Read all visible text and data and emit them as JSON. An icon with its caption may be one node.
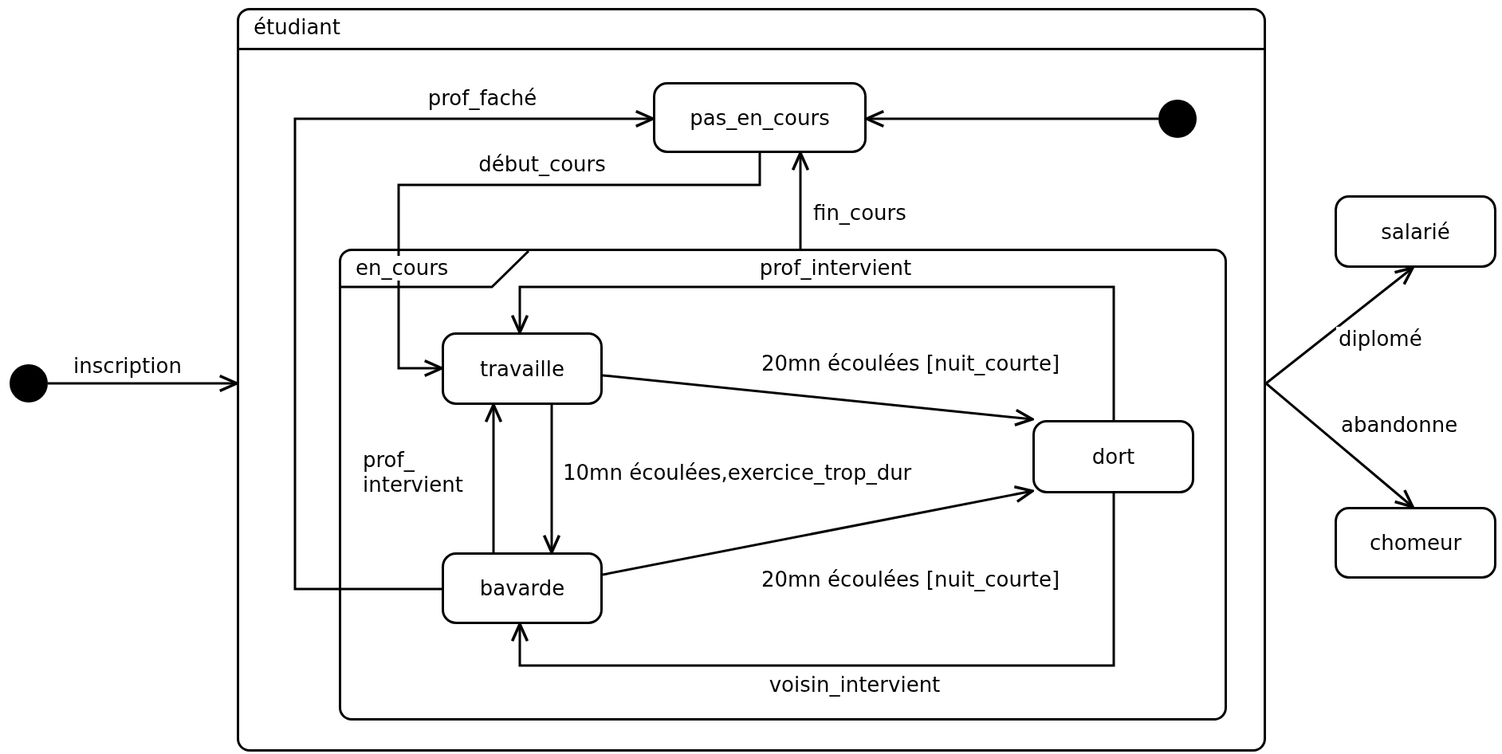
{
  "diagram": {
    "nodes": [
      {
        "text": [],
        "shape": "circle"
      },
      {
        "text": [
          "étudiant"
        ]
      },
      {
        "text": [
          "pas_en_cours"
        ],
        "in": 1
      },
      {
        "text": [],
        "shape": "circle",
        "in": 1
      },
      {
        "text": [
          "en_cours"
        ],
        "in": 1
      },
      {
        "text": [
          "travaille"
        ],
        "in": 4
      },
      {
        "text": [
          "dort"
        ],
        "in": 4
      },
      {
        "text": [
          "bavarde"
        ],
        "in": 4
      },
      {
        "text": [
          "salarié"
        ]
      },
      {
        "text": [
          "chomeur"
        ]
      }
    ],
    "edges": [
      {
        "from": 0,
        "to": 1,
        "arrow": "to",
        "label": "inscription"
      },
      {
        "from": 3,
        "to": 2,
        "arrow": "to"
      },
      {
        "from": 2,
        "to": 5,
        "arrow": "to",
        "label": "début_cours"
      },
      {
        "from": 4,
        "to": 2,
        "arrow": "to",
        "label": "fin_cours"
      },
      {
        "from": 7,
        "to": 2,
        "arrow": "to",
        "label": "prof_faché"
      },
      {
        "from": 5,
        "to": 6,
        "arrow": "to",
        "label": "20mn écoulées [nuit_courte]"
      },
      {
        "from": 5,
        "to": 7,
        "arrow": "to",
        "label": "10mn écoulées,exercice_trop_dur"
      },
      {
        "from": 7,
        "to": 5,
        "arrow": "to",
        "label": "prof_ intervient"
      },
      {
        "from": 7,
        "to": 6,
        "arrow": "to",
        "label": "20mn écoulées [nuit_courte]"
      },
      {
        "from": 6,
        "to": 5,
        "arrow": "to",
        "label": "prof_intervient"
      },
      {
        "from": 6,
        "to": 7,
        "arrow": "to",
        "label": "voisin_intervient"
      },
      {
        "from": 1,
        "to": 8,
        "arrow": "to",
        "label": "diplomé"
      },
      {
        "from": 1,
        "to": 9,
        "arrow": "to",
        "label": "abandonne"
      }
    ]
  }
}
